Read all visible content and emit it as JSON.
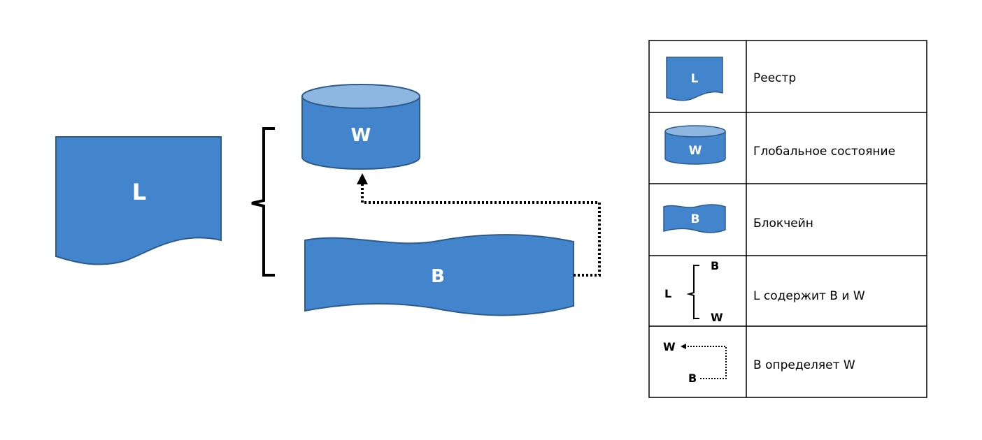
{
  "colors": {
    "shape_fill": "#4285CC",
    "shape_stroke": "#2E5A8C",
    "cylinder_top": "#8DB6E0",
    "line": "#000000"
  },
  "shapes": {
    "ledger_label": "L",
    "world_state_label": "W",
    "blockchain_label": "B"
  },
  "legend": {
    "rows": [
      {
        "icon_label": "L",
        "text": "Реестр"
      },
      {
        "icon_label": "W",
        "text": "Глобальное состояние"
      },
      {
        "icon_label": "B",
        "text": "Блокчейн"
      },
      {
        "icon_l": "L",
        "icon_b": "B",
        "icon_w": "W",
        "text": "L содержит B и W"
      },
      {
        "icon_w": "W",
        "icon_b": "B",
        "text": "B определяет W"
      }
    ]
  }
}
